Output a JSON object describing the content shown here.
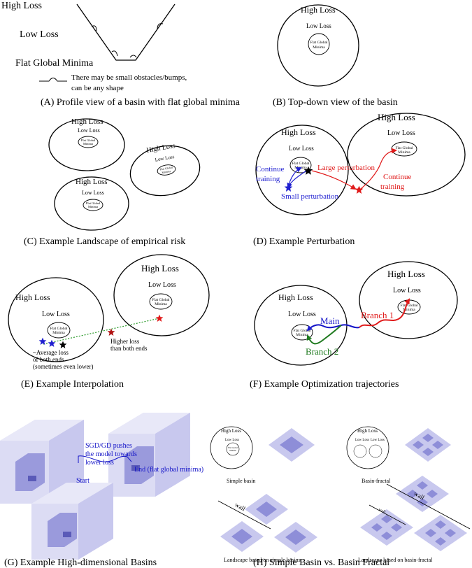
{
  "labels": {
    "high_loss": "High Loss",
    "low_loss": "Low Loss",
    "flat_global_minima": "Flat Global Minima",
    "flat_global_minima_short": "Flat Global",
    "minima": "Minima"
  },
  "panel_a": {
    "high_loss": "High Loss",
    "low_loss": "Low Loss",
    "flat_global_minima": "Flat Global Minima",
    "bump_note_line1": "There may be small obstacles/bumps,",
    "bump_note_line2": "can be any shape",
    "caption": "(A) Profile view of a basin with flat global minima"
  },
  "panel_b": {
    "caption": "(B) Top-down view of the basin"
  },
  "panel_c": {
    "caption": "(C) Example Landscape of empirical risk"
  },
  "panel_d": {
    "continue_training": "Continue training",
    "continue_line1": "Continue",
    "continue_line2": "training",
    "large_perturbation": "Large perturbation",
    "small_perturbation": "Small perturbation",
    "caption": "(D) Example Perturbation",
    "colors": {
      "small": "#1f1fd0",
      "large": "#e01a1a"
    }
  },
  "panel_e": {
    "higher_loss_line1": "Higher loss",
    "higher_loss_line2": "than both ends",
    "avg_line1": "~Average loss",
    "avg_line2": "of both ends",
    "avg_line3": "(sometimes even lower)",
    "caption": "(E) Example Interpolation",
    "colors": {
      "interp": "#2a9a2a"
    }
  },
  "panel_f": {
    "main": "Main",
    "branch1": "Branch 1",
    "branch2": "Branch 2",
    "caption": "(F) Example Optimization trajectories",
    "colors": {
      "main": "#1414c8",
      "branch1": "#e01a1a",
      "branch2": "#1f7a1f"
    }
  },
  "panel_g": {
    "sgd_line1": "SGD/GD pushes",
    "sgd_line2": "the model towards",
    "sgd_line3": "lower loss",
    "end": "End (flat global minima)",
    "start": "Start",
    "caption": "(G) Example High-dimensional Basins",
    "colors": {
      "box": "#b8b8e8",
      "inner": "#7a7ad0",
      "text": "#1414c8"
    }
  },
  "panel_h": {
    "simple_basin": "Simple basin",
    "basin_fractal": "Basin-fractal",
    "wall": "wall",
    "landscape_simple": "Landscape based on simple basins",
    "landscape_fractal": "Landscape based on basin-fractal",
    "caption": "(H) Simple Basin vs. Basin Fractal"
  }
}
